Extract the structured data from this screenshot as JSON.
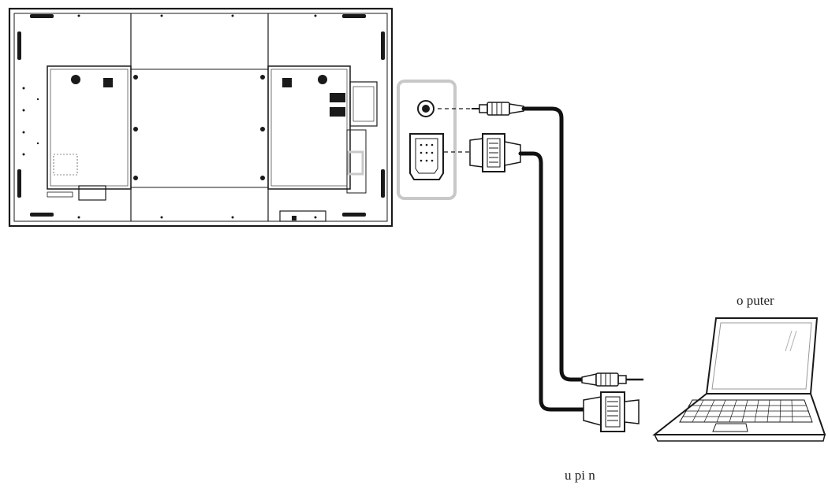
{
  "labels": {
    "computer": "o puter",
    "cable_caption": "u  pi n"
  },
  "colors": {
    "outline": "#1a1a1a",
    "highlight": "#c8c8c8",
    "cable": "#111111"
  },
  "icons": [
    "display-rear-panel",
    "audio-jack-icon",
    "vga-port-icon",
    "audio-plug-icon",
    "vga-connector-icon",
    "laptop-icon"
  ]
}
